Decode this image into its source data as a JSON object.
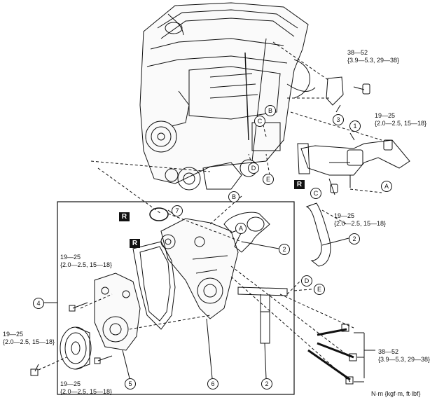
{
  "torques": {
    "t1_top": "38—52",
    "t1_bottom": "{3.9—5.3, 29—38}",
    "t2_top": "19—25",
    "t2_bottom": "{2.0—2.5, 15—18}",
    "t3_top": "19—25",
    "t3_bottom": "{2.0—2.5, 15—18}",
    "t4_top": "19—25",
    "t4_bottom": "{2.0—2.5, 15—18}",
    "t5_top": "19—25",
    "t5_bottom": "{2.0—2.5, 15—18}",
    "t6_top": "19—25",
    "t6_bottom": "{2.0—2.5, 15—18}",
    "t7_top": "38—52",
    "t7_bottom": "{3.9—5.3, 29—38}"
  },
  "callouts": {
    "c1": "1",
    "c2a": "2",
    "c2b": "2",
    "c2c": "2",
    "c3": "3",
    "c4": "4",
    "c5": "5",
    "c6": "6",
    "c7": "7"
  },
  "letters": {
    "A1": "A",
    "A2": "A",
    "B1": "B",
    "B2": "B",
    "C1": "C",
    "C2": "C",
    "D1": "D",
    "D2": "D",
    "E1": "E",
    "E2": "E"
  },
  "replace_marks": [
    "R",
    "R",
    "R"
  ],
  "units": "N·m {kgf·m, ft·lbf}"
}
